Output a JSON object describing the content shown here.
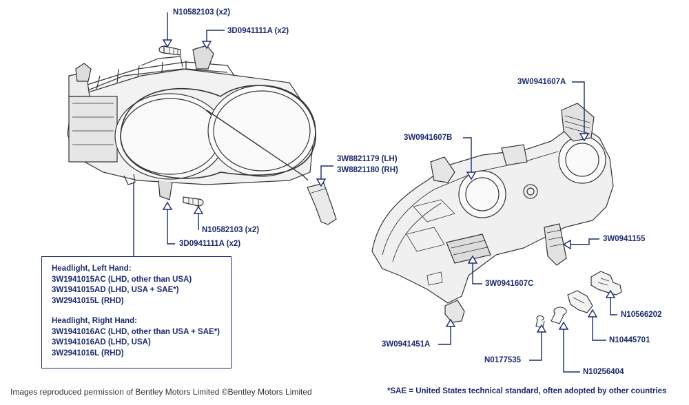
{
  "labels": {
    "n10582103_top": "N10582103 (x2)",
    "d0941111_top": "3D0941111A (x2)",
    "n10582103_bottom": "N10582103 (x2)",
    "d0941111_bottom": "3D0941111A (x2)",
    "w8821179": "3W8821179 (LH)",
    "w8821180": "3W8821180 (RH)",
    "w0941607a": "3W0941607A",
    "w0941607b": "3W0941607B",
    "w0941155": "3W0941155",
    "w0941607c": "3W0941607C",
    "n10566202": "N10566202",
    "w0941451a": "3W0941451A",
    "n10445701": "N10445701",
    "n0177535": "N0177535",
    "n10256404": "N10256404"
  },
  "parts_box": {
    "left_title": "Headlight, Left Hand:",
    "left_items": [
      "3W1941015AC (LHD, other than USA)",
      "3W1941015AD (LHD, USA + SAE*)",
      "3W2941015L (RHD)"
    ],
    "right_title": "Headlight, Right Hand:",
    "right_items": [
      "3W1941016AC (LHD, other than USA + SAE*)",
      "3W1941016AD (LHD, USA)",
      "3W2941016L (RHD)"
    ]
  },
  "footer": {
    "credit": "Images reproduced permission of Bentley Motors Limited ©Bentley Motors Limited",
    "note": "*SAE = United States technical standard, often adopted by other countries"
  },
  "colors": {
    "leader": "#1b2a6b",
    "drawing": "#333333"
  }
}
